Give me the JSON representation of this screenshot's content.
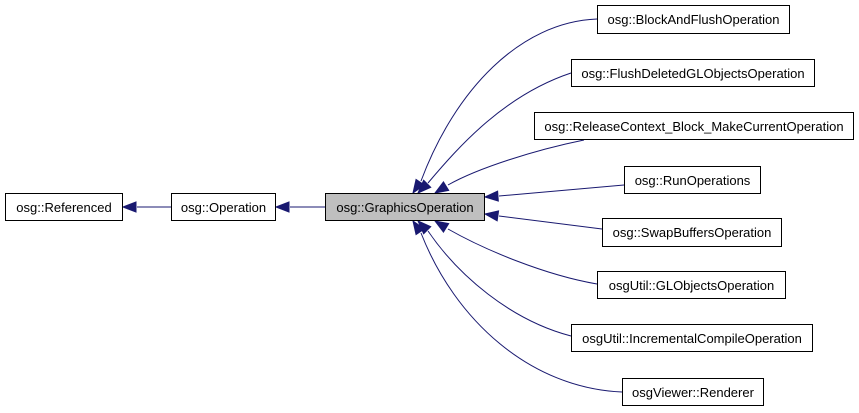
{
  "diagram": {
    "colors": {
      "edge": "#191970",
      "current_node_fill": "#bfbfbf",
      "node_fill": "#ffffff",
      "node_border": "#000000"
    },
    "nodes": {
      "referenced": "osg::Referenced",
      "operation": "osg::Operation",
      "graphics_operation": "osg::GraphicsOperation",
      "block_and_flush": "osg::BlockAndFlushOperation",
      "flush_deleted_gl_objects": "osg::FlushDeletedGLObjectsOperation",
      "release_context": "osg::ReleaseContext_Block_MakeCurrentOperation",
      "run_operations": "osg::RunOperations",
      "swap_buffers": "osg::SwapBuffersOperation",
      "gl_objects": "osgUtil::GLObjectsOperation",
      "incremental_compile": "osgUtil::IncrementalCompileOperation",
      "renderer": "osgViewer::Renderer"
    },
    "edges": [
      {
        "from": "operation",
        "to": "referenced"
      },
      {
        "from": "graphics_operation",
        "to": "operation"
      },
      {
        "from": "block_and_flush",
        "to": "graphics_operation"
      },
      {
        "from": "flush_deleted_gl_objects",
        "to": "graphics_operation"
      },
      {
        "from": "release_context",
        "to": "graphics_operation"
      },
      {
        "from": "run_operations",
        "to": "graphics_operation"
      },
      {
        "from": "swap_buffers",
        "to": "graphics_operation"
      },
      {
        "from": "gl_objects",
        "to": "graphics_operation"
      },
      {
        "from": "incremental_compile",
        "to": "graphics_operation"
      },
      {
        "from": "renderer",
        "to": "graphics_operation"
      }
    ]
  }
}
